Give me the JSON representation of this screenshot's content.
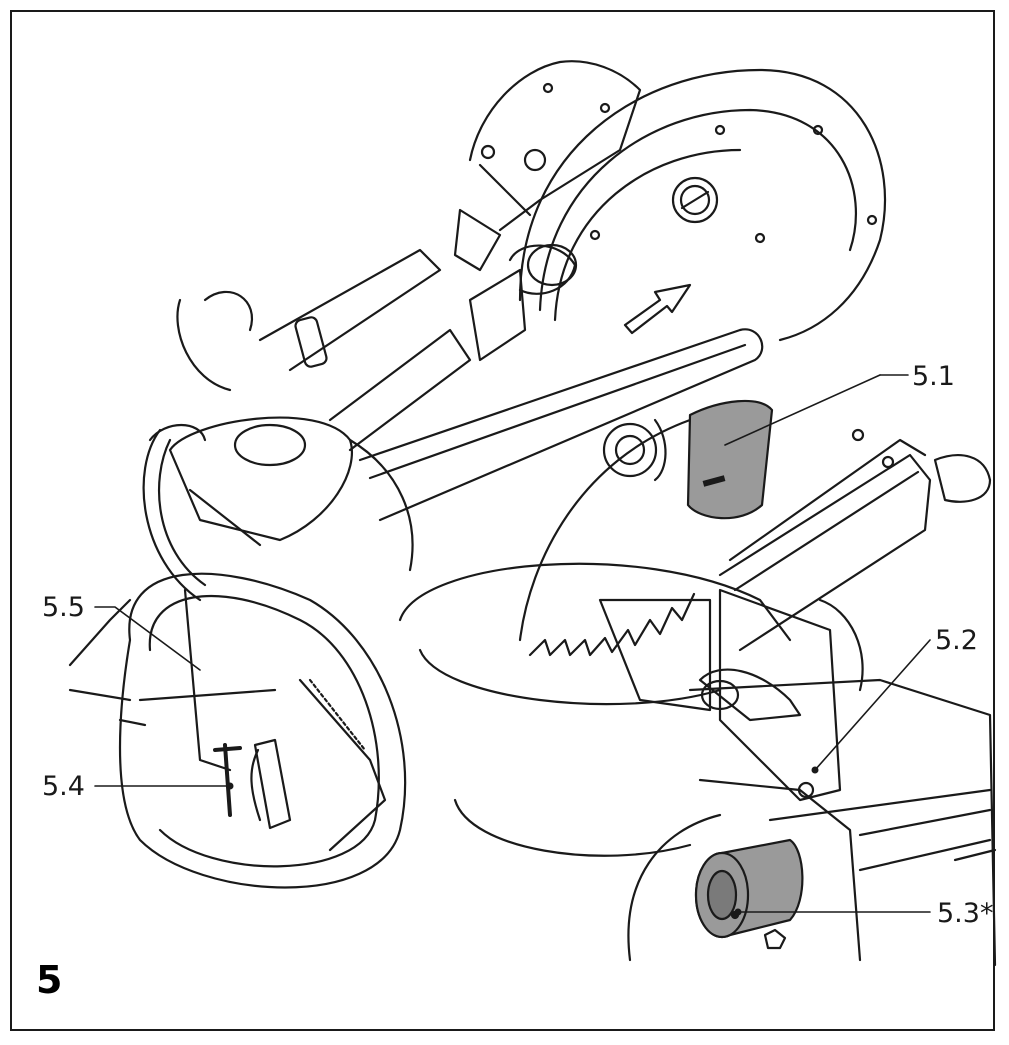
{
  "figure": {
    "number": "5",
    "line_color": "#1a1a1a",
    "highlight_color": "#9a9a9a",
    "callouts": [
      {
        "id": "c51",
        "label": "5.1"
      },
      {
        "id": "c52",
        "label": "5.2"
      },
      {
        "id": "c53",
        "label": "5.3*"
      },
      {
        "id": "c54",
        "label": "5.4"
      },
      {
        "id": "c55",
        "label": "5.5"
      }
    ]
  }
}
